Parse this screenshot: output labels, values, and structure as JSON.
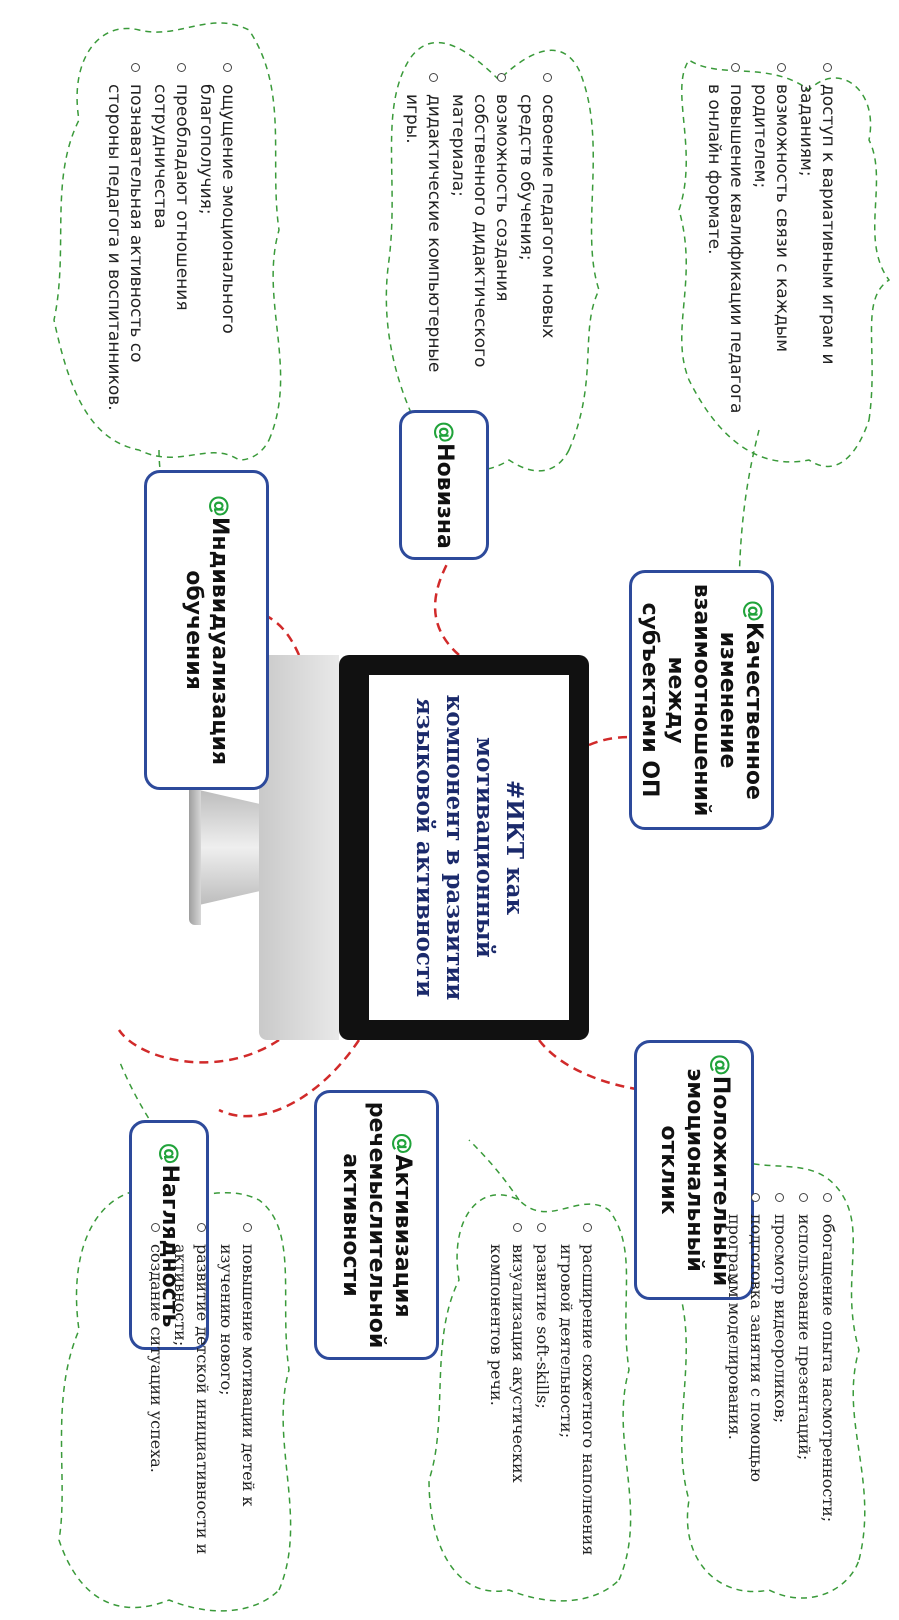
{
  "center": {
    "title_lines": [
      "#ИКТ как",
      "мотивационный",
      "компонент в развитии",
      "языковой активности"
    ]
  },
  "nodes": {
    "individualization": {
      "at": "@",
      "label": "Индивидуализация обучения"
    },
    "visual": {
      "at": "@",
      "label": "Наглядность"
    },
    "activation": {
      "at": "@",
      "label": "Активизация речемыслительной активности"
    },
    "positive": {
      "at": "@",
      "label": "Положительный эмоциональный отклик"
    },
    "novelty": {
      "at": "@",
      "label": "Новизна"
    },
    "quality": {
      "at": "@",
      "label": "Качественное изменение взаимоотношений между субъектами ОП"
    }
  },
  "lists": {
    "individualization": [
      "доступ к вариативным играм и заданиям;",
      "возможность связи с каждым родителем;",
      "повышение квалификации педагога в онлайн формате."
    ],
    "novelty": [
      "освоение педагогом новых средств обучения;",
      "возможность создания собственного дидактического материала;",
      "дидактические компьютерные игры."
    ],
    "quality": [
      "ощущение эмоционального благополучия;",
      "преобладают отношения сотрудничества",
      "познавательная активность со стороны педагога и воспитанников."
    ],
    "visual": [
      "обогащение опыта насмотренности;",
      "использование презентаций;",
      "просмотр видеороликов;",
      "подготовка занятия с помощью программ моделирования."
    ],
    "activation": [
      "расширение сюжетного наполнения игровой деятельности;",
      "развитие soft-skills;",
      "визуализация акустических компонентов речи."
    ],
    "positive": [
      "повышение мотивации детей к изучению нового;",
      "развитие детской инициативности и активности;",
      "создание ситуации успеха."
    ]
  },
  "colors": {
    "box_border": "#2d4a9b",
    "at_symbol": "#20a33a",
    "title": "#1b2a6b",
    "red_link": "#d12a2a",
    "green_link": "#3a9a3a"
  }
}
